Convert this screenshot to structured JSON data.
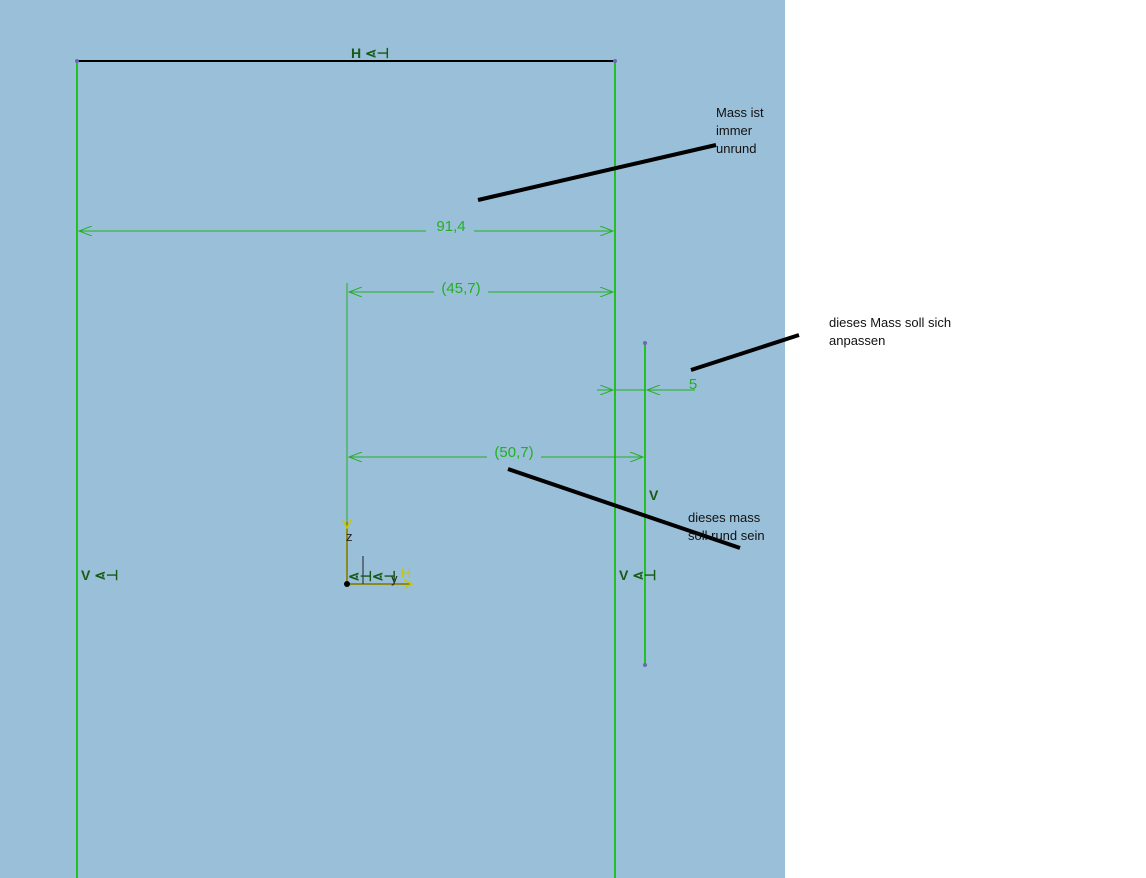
{
  "dimensions": {
    "total_width": "91,4",
    "half_width": "(45,7)",
    "offset": "5",
    "center_to_line": "(50,7)"
  },
  "constraint_symbols": {
    "top_line": "H ⋖⊣",
    "left_line": "V ⋖⊣",
    "right_line": "V ⋖⊣",
    "offset_line": "V",
    "origin": "⋖⊣⋖⊣"
  },
  "axis": {
    "z_label": "z",
    "y_label": "y",
    "h_label": "H"
  },
  "annotations": {
    "note_1": "Mass ist immer unrund",
    "note_2": "dieses Mass soll sich anpassen",
    "note_3": "dieses mass soll rund sein"
  },
  "colors": {
    "viewport_background": "#9abfd8",
    "geometry_line": "#22c022",
    "dimension": "#22b022",
    "annotation_stroke": "#000000"
  }
}
